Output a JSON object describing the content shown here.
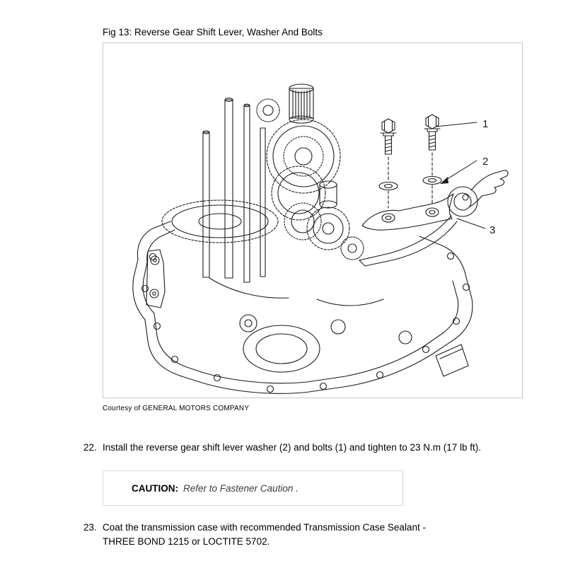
{
  "figure": {
    "title": "Fig 13: Reverse Gear Shift Lever, Washer And Bolts",
    "courtesy": "Courtesy of GENERAL MOTORS COMPANY",
    "callouts": {
      "one": "1",
      "two": "2",
      "three": "3"
    }
  },
  "steps": [
    {
      "number": "22.",
      "text": "Install the reverse gear shift lever washer (2) and bolts (1) and tighten to 23 N.m (17 lb ft)."
    },
    {
      "number": "23.",
      "text": "Coat the transmission case with recommended Transmission Case Sealant - THREE BOND 1215 or LOCTITE 5702."
    }
  ],
  "caution": {
    "label": "CAUTION:",
    "text": "Refer to Fastener Caution ."
  },
  "colors": {
    "line": "#1c1c1c",
    "frame_border": "#c9c9c9",
    "caution_border": "#d9d9cb"
  }
}
